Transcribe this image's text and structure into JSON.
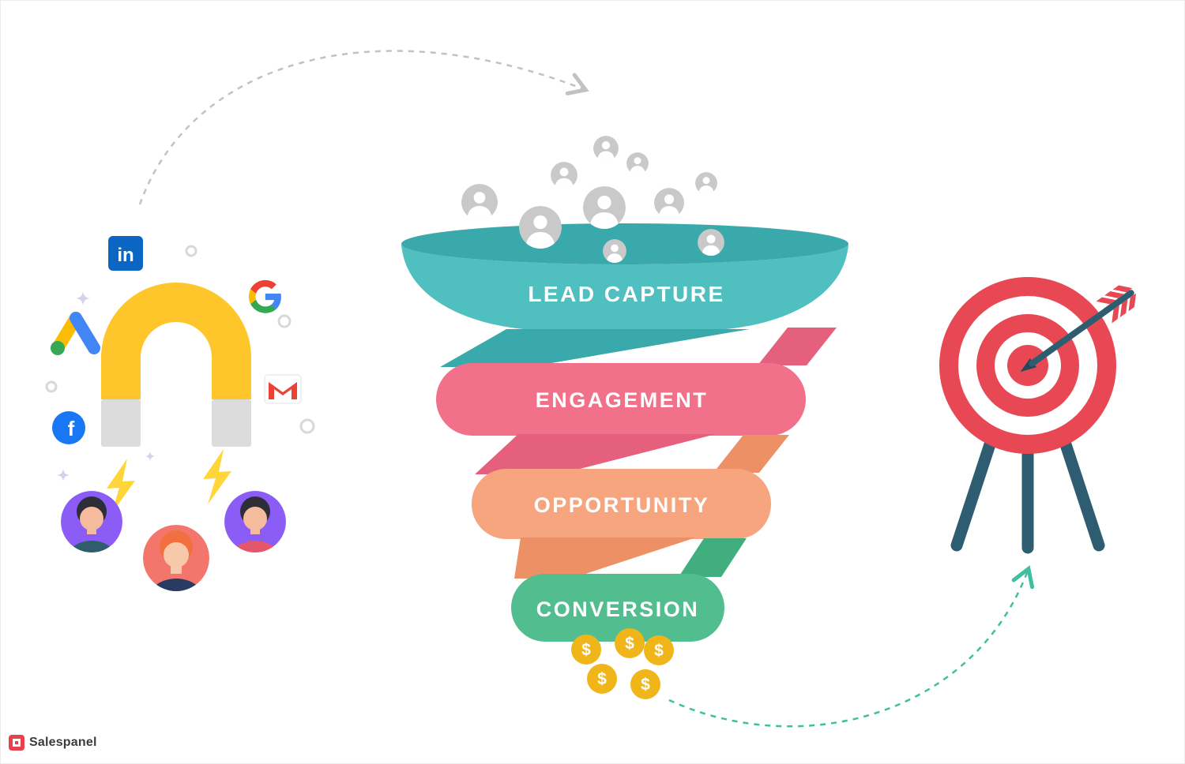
{
  "funnel": {
    "stages": [
      {
        "label": "LEAD CAPTURE",
        "color": "#4FBFC0",
        "color_dark": "#3AA9AB"
      },
      {
        "label": "ENGAGEMENT",
        "color": "#F2718A",
        "color_dark": "#E4607C"
      },
      {
        "label": "OPPORTUNITY",
        "color": "#F6A57E",
        "color_dark": "#EE9065"
      },
      {
        "label": "CONVERSION",
        "color": "#52BE8F",
        "color_dark": "#41AE7F"
      }
    ]
  },
  "coins": {
    "symbol": "$"
  },
  "icons": {
    "linkedin_text": "in",
    "facebook_text": "f",
    "names": [
      "linkedin-icon",
      "google-ads-icon",
      "google-icon",
      "gmail-icon",
      "facebook-icon",
      "magnet-icon",
      "lightning-icon",
      "user-icon",
      "coin-icon",
      "target-icon",
      "arrow-icon",
      "sparkle-icon"
    ]
  },
  "colors": {
    "coin": "#F0B519",
    "user_gray": "#C9C9C9",
    "target_red": "#E84853",
    "stand": "#2E5D72",
    "magnet_yellow": "#FFC62B",
    "magnet_tip": "#DCDCDC",
    "bolt_yellow": "#FFD639",
    "dashed_gray": "#C2C2C2",
    "dashed_teal": "#3FBFA0",
    "linkedin_blue": "#0A66C2",
    "facebook_blue": "#1877F2",
    "gmail_red": "#EA4335",
    "google_blue": "#4285F4",
    "google_green": "#34A853",
    "google_yellow": "#FBBC05",
    "google_red": "#EA4335",
    "sparkle": "#D9CFEF"
  },
  "logo": {
    "text": "Salespanel",
    "color": "#E8404D"
  }
}
